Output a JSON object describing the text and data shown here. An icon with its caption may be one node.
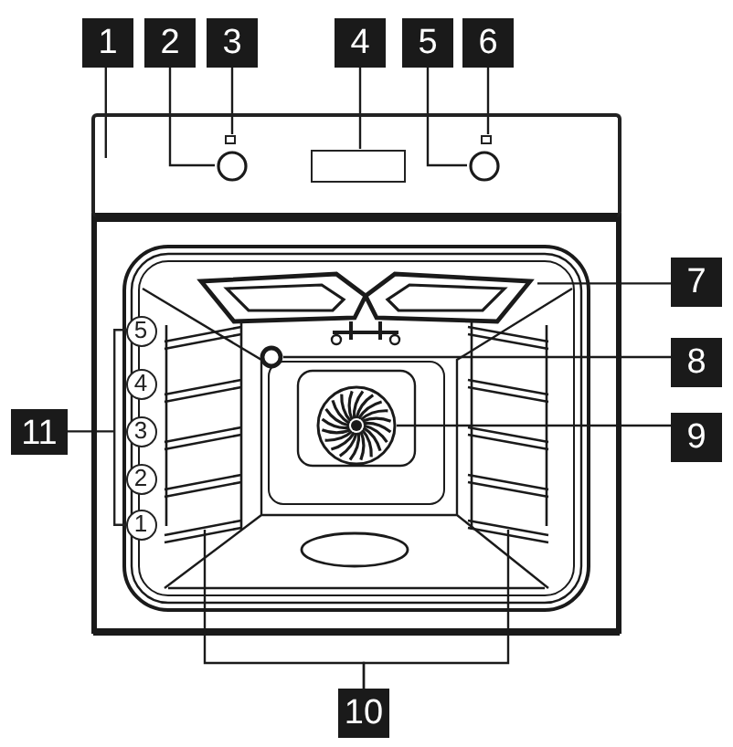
{
  "diagram": {
    "nodes": [
      {
        "text": [
          "1"
        ]
      },
      {
        "text": [
          "2"
        ]
      },
      {
        "text": [
          "3"
        ]
      },
      {
        "text": [
          "4"
        ]
      },
      {
        "text": [
          "5"
        ]
      },
      {
        "text": [
          "6"
        ]
      },
      {
        "text": [
          "7"
        ]
      },
      {
        "text": [
          "8"
        ]
      },
      {
        "text": [
          "9"
        ]
      },
      {
        "text": [
          "10"
        ]
      },
      {
        "text": [
          "11"
        ]
      },
      {
        "text": [
          "5"
        ]
      },
      {
        "text": [
          "4"
        ]
      },
      {
        "text": [
          "3"
        ]
      },
      {
        "text": [
          "2"
        ]
      },
      {
        "text": [
          "1"
        ]
      },
      {
        "text": [],
        "shape": "box"
      },
      {
        "text": [],
        "shape": "circle",
        "in": 16
      },
      {
        "text": [],
        "shape": "box",
        "in": 16
      },
      {
        "text": [],
        "shape": "box",
        "in": 16
      },
      {
        "text": [],
        "shape": "circle",
        "in": 16
      },
      {
        "text": [],
        "shape": "box",
        "in": 16
      },
      {
        "text": [],
        "shape": "picture"
      },
      {
        "text": [],
        "shape": "circle"
      },
      {
        "text": [],
        "shape": "picture"
      },
      {
        "text": [],
        "shape": "picture"
      },
      {
        "text": [],
        "shape": "picture"
      },
      {
        "text": [],
        "shape": "bar"
      }
    ],
    "edges": [
      {
        "from": 0,
        "to": 16,
        "arrow": "none"
      },
      {
        "from": 1,
        "to": 17,
        "arrow": "none"
      },
      {
        "from": 2,
        "to": 18,
        "arrow": "none"
      },
      {
        "from": 3,
        "to": 19,
        "arrow": "none"
      },
      {
        "from": 4,
        "to": 20,
        "arrow": "none"
      },
      {
        "from": 5,
        "to": 21,
        "arrow": "none"
      },
      {
        "from": 6,
        "to": 22,
        "arrow": "none"
      },
      {
        "from": 7,
        "to": 23,
        "arrow": "none"
      },
      {
        "from": 8,
        "to": 24,
        "arrow": "none"
      },
      {
        "from": 9,
        "to": 25,
        "arrow": "none"
      },
      {
        "from": 9,
        "to": 26,
        "arrow": "none"
      },
      {
        "from": 10,
        "to": 27,
        "arrow": "none"
      }
    ]
  }
}
